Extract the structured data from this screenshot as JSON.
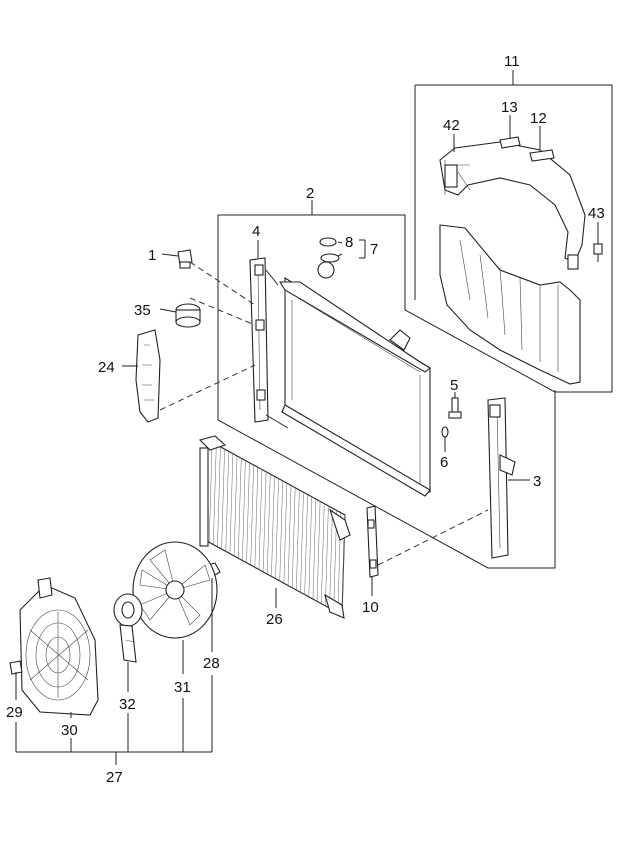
{
  "diagram": {
    "callouts": [
      {
        "id": "c1",
        "label": "1"
      },
      {
        "id": "c2",
        "label": "2"
      },
      {
        "id": "c3",
        "label": "3"
      },
      {
        "id": "c4",
        "label": "4"
      },
      {
        "id": "c5",
        "label": "5"
      },
      {
        "id": "c6",
        "label": "6"
      },
      {
        "id": "c7",
        "label": "7"
      },
      {
        "id": "c8",
        "label": "8"
      },
      {
        "id": "c10",
        "label": "10"
      },
      {
        "id": "c11",
        "label": "11"
      },
      {
        "id": "c12",
        "label": "12"
      },
      {
        "id": "c13",
        "label": "13"
      },
      {
        "id": "c24",
        "label": "24"
      },
      {
        "id": "c26",
        "label": "26"
      },
      {
        "id": "c27",
        "label": "27"
      },
      {
        "id": "c28",
        "label": "28"
      },
      {
        "id": "c29",
        "label": "29"
      },
      {
        "id": "c30",
        "label": "30"
      },
      {
        "id": "c31",
        "label": "31"
      },
      {
        "id": "c32",
        "label": "32"
      },
      {
        "id": "c35",
        "label": "35"
      },
      {
        "id": "c42",
        "label": "42"
      },
      {
        "id": "c43",
        "label": "43"
      }
    ]
  }
}
